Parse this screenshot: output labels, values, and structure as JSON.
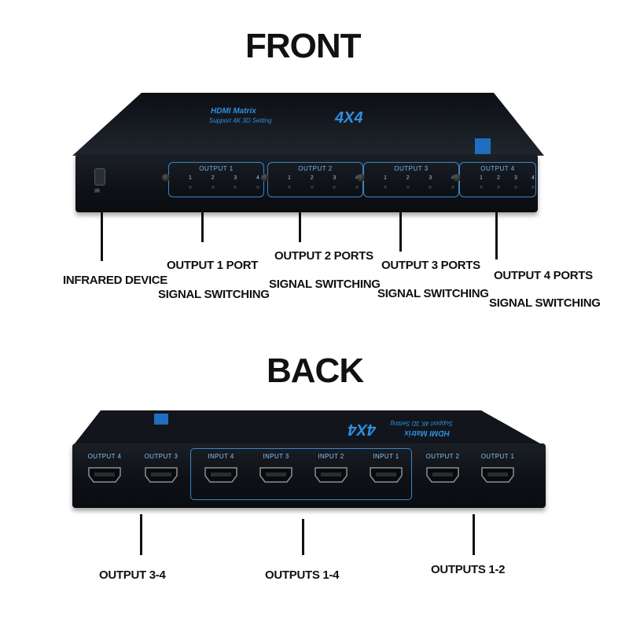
{
  "front": {
    "heading": "FRONT",
    "panel_brand_line1": "HDMI Matrix",
    "panel_brand_line2": "Support 4K 3D Setting",
    "panel_model": "4X4",
    "ir_label": "IR",
    "outputs": [
      {
        "label": "OUTPUT 1",
        "nums": [
          "1",
          "2",
          "3",
          "4"
        ]
      },
      {
        "label": "OUTPUT 2",
        "nums": [
          "1",
          "2",
          "3",
          "4"
        ]
      },
      {
        "label": "OUTPUT 3",
        "nums": [
          "1",
          "2",
          "3",
          "4"
        ]
      },
      {
        "label": "OUTPUT 4",
        "nums": [
          "1",
          "2",
          "3",
          "4"
        ]
      }
    ],
    "callouts": {
      "infrared": "INFRARED DEVICE",
      "out1_a": "OUTPUT 1 PORT",
      "out1_b": "SIGNAL SWITCHING",
      "out2_a": "OUTPUT 2 PORTS",
      "out2_b": "SIGNAL SWITCHING",
      "out3_a": "OUTPUT 3 PORTS",
      "out3_b": "SIGNAL SWITCHING",
      "out4_a": "OUTPUT 4 PORTS",
      "out4_b": "SIGNAL SWITCHING"
    }
  },
  "back": {
    "heading": "BACK",
    "ports": [
      {
        "label": "OUTPUT 4"
      },
      {
        "label": "OUTPUT 3"
      },
      {
        "label": "INPUT 4"
      },
      {
        "label": "INPUT 3"
      },
      {
        "label": "INPUT 2"
      },
      {
        "label": "INPUT 1"
      },
      {
        "label": "OUTPUT 2"
      },
      {
        "label": "OUTPUT 1"
      }
    ],
    "callouts": {
      "left": "OUTPUT 3-4",
      "middle": "OUTPUTS 1-4",
      "right": "OUTPUTS 1-2"
    }
  },
  "colors": {
    "accent_blue": "#3b86c8",
    "device_body": "#0e1116",
    "text": "#111111"
  }
}
